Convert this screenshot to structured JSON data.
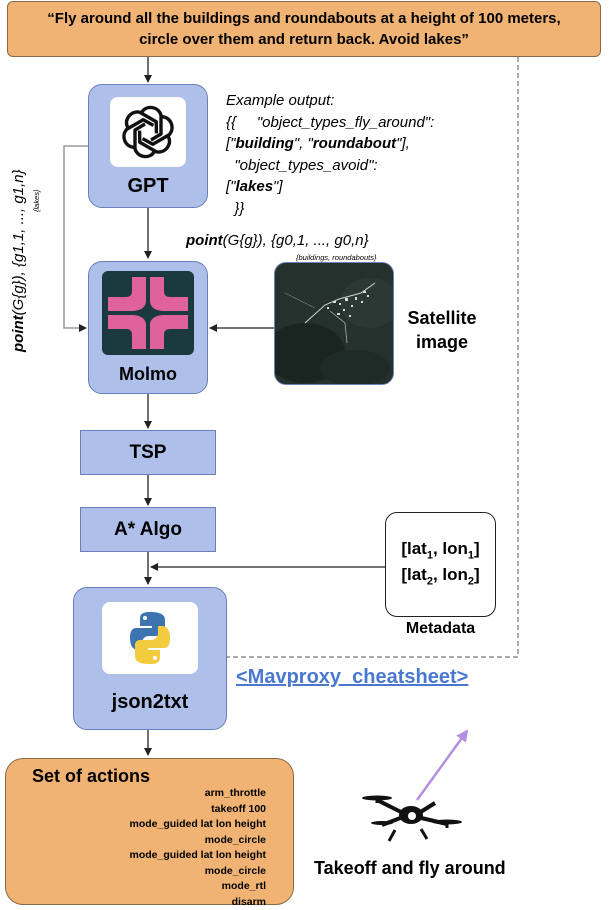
{
  "prompt": "“Fly around all the buildings and roundabouts at a height of 100 meters, circle over them and return back. Avoid lakes”",
  "nodes": {
    "gpt": "GPT",
    "molmo": "Molmo",
    "tsp": "TSP",
    "astar": "A* Algo",
    "json2txt": "json2txt"
  },
  "example_output": {
    "title": "Example output:",
    "line1": "{{     \"object_types_fly_around\":",
    "line2_pre": "[\"",
    "line2_b1": "building",
    "line2_mid": "\", \"",
    "line2_b2": "roundabout",
    "line2_post": "\"],",
    "line3": "  \"object_types_avoid\":",
    "line4_pre": "[\"",
    "line4_b": "lakes",
    "line4_post": "\"]",
    "line5": "  }}"
  },
  "point_mid": {
    "fn": "point",
    "args": "(G{g}),  {g0,1, ..., g0,n}",
    "sub": "{buildings, roundabouts}"
  },
  "point_side": {
    "fn": "point",
    "args": "(G{g}),  {g1,1, ..., g1,n}",
    "sub": "{lakes}"
  },
  "satellite_label": "Satellite image",
  "metadata": {
    "line1_a": "[lat",
    "line1_s1": "1",
    "line1_b": ", lon",
    "line1_s2": "1",
    "line1_c": "]",
    "line2_a": "[lat",
    "line2_s1": "2",
    "line2_b": ", lon",
    "line2_s2": "2",
    "line2_c": "]",
    "label": "Metadata"
  },
  "cheatsheet_link": "<Mavproxy_cheatsheet>",
  "actions": {
    "title": "Set of actions",
    "items": [
      "arm_throttle",
      "takeoff 100",
      "mode_guided lat lon height",
      "mode_circle",
      "mode_guided lat lon height",
      "mode_circle",
      "mode_rtl",
      "disarm"
    ]
  },
  "drone_caption": "Takeoff and fly around",
  "colors": {
    "orange_fill": "#f1b374",
    "blue_fill": "#aec0ea",
    "link": "#4a78d0",
    "molmo_bg": "#1a3a40",
    "molmo_pink": "#e0629a",
    "arrow_purple": "#b48fe0"
  },
  "icons": [
    "openai-logo-icon",
    "molmo-logo-icon",
    "python-logo-icon",
    "drone-icon",
    "satellite-image"
  ]
}
